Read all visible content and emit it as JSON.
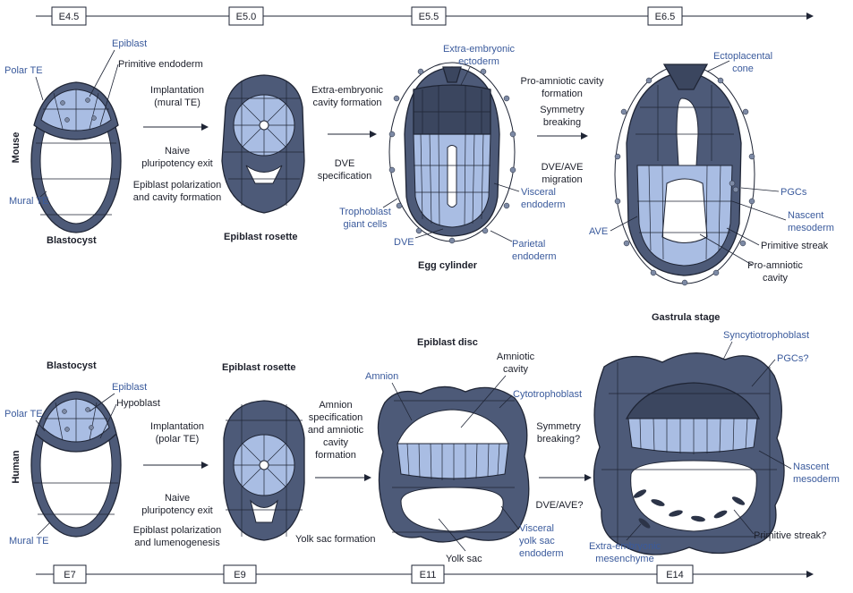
{
  "timeline_mouse": {
    "ticks": [
      "E4.5",
      "E5.0",
      "E5.5",
      "E6.5"
    ]
  },
  "timeline_human": {
    "ticks": [
      "E7",
      "E9",
      "E11",
      "E14"
    ]
  },
  "rows": {
    "mouse": "Mouse",
    "human": "Human"
  },
  "mouse": {
    "blastocyst": {
      "title": "Blastocyst",
      "epiblast": "Epiblast",
      "primitive_endoderm": "Primitive endoderm",
      "polar_te": "Polar TE",
      "mural_te": "Mural TE"
    },
    "step1": {
      "line1": "Implantation",
      "line2": "(mural TE)",
      "line3": "Naive",
      "line4": "pluripotency exit",
      "line5": "Epiblast polarization",
      "line6": "and cavity formation"
    },
    "rosette": {
      "title": "Epiblast rosette"
    },
    "step2": {
      "line1": "Extra-embryonic",
      "line2": "cavity formation",
      "line3": "DVE",
      "line4": "specification"
    },
    "egg": {
      "title": "Egg cylinder",
      "exe1": "Extra-embryonic",
      "exe2": "ectoderm",
      "ve1": "Visceral",
      "ve2": "endoderm",
      "tgc1": "Trophoblast",
      "tgc2": "giant cells",
      "dve": "DVE",
      "pe1": "Parietal",
      "pe2": "endoderm"
    },
    "step3": {
      "line1": "Pro-amniotic cavity",
      "line2": "formation",
      "line3": "Symmetry",
      "line4": "breaking",
      "line5": "DVE/AVE",
      "line6": "migration"
    },
    "gastrula": {
      "title": "Gastrula stage",
      "epc1": "Ectoplacental",
      "epc2": "cone",
      "pgcs": "PGCs",
      "nm1": "Nascent",
      "nm2": "mesoderm",
      "ave": "AVE",
      "ps": "Primitive streak",
      "pac1": "Pro-amniotic",
      "pac2": "cavity"
    }
  },
  "human": {
    "blastocyst": {
      "title": "Blastocyst",
      "epiblast": "Epiblast",
      "hypoblast": "Hypoblast",
      "polar_te": "Polar TE",
      "mural_te": "Mural TE"
    },
    "step1": {
      "line1": "Implantation",
      "line2": "(polar TE)",
      "line3": "Naive",
      "line4": "pluripotency exit",
      "line5": "Epiblast polarization",
      "line6": "and lumenogenesis"
    },
    "rosette": {
      "title": "Epiblast rosette",
      "yolk_formation": "Yolk sac formation"
    },
    "step2": {
      "line1": "Amnion",
      "line2": "specification",
      "line3": "and amniotic",
      "line4": "cavity",
      "line5": "formation"
    },
    "disc": {
      "title": "Epiblast disc",
      "amnion": "Amnion",
      "ac1": "Amniotic",
      "ac2": "cavity",
      "cyto": "Cytotrophoblast",
      "sb1": "Symmetry",
      "sb2": "breaking?",
      "dve": "DVE/AVE?",
      "vys1": "Visceral",
      "vys2": "yolk sac",
      "vys3": "endoderm",
      "yolk": "Yolk sac"
    },
    "gastrula": {
      "syncytio": "Syncytiotrophoblast",
      "pgcs": "PGCs?",
      "nm1": "Nascent",
      "nm2": "mesoderm",
      "ps": "Primitive streak?",
      "exm1": "Extra-embryonic",
      "exm2": "mesenchyme"
    }
  }
}
